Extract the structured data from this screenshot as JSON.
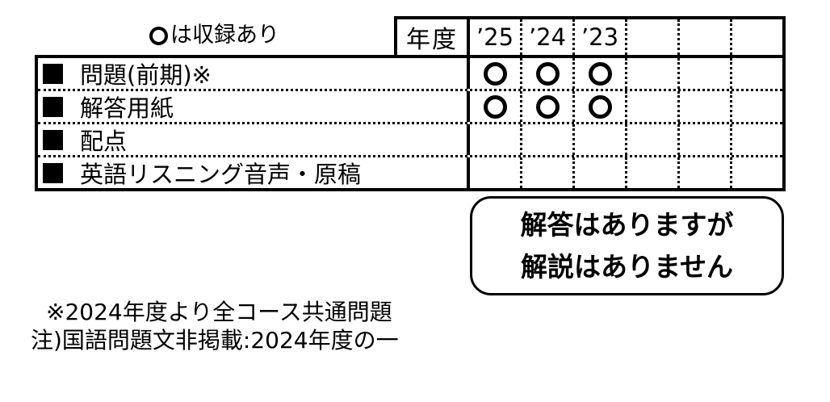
{
  "legend": {
    "icon": "circle-icon",
    "label": "は収録あり"
  },
  "table": {
    "header": {
      "year_label": "年度",
      "years": [
        "’25",
        "’24",
        "’23",
        "",
        "",
        ""
      ]
    },
    "rows": [
      {
        "label": "問題(前期)※",
        "marks": [
          true,
          true,
          true,
          false,
          false,
          false
        ]
      },
      {
        "label": "解答用紙",
        "marks": [
          true,
          true,
          true,
          false,
          false,
          false
        ]
      },
      {
        "label": "配点",
        "marks": [
          false,
          false,
          false,
          false,
          false,
          false
        ]
      },
      {
        "label": "英語リスニング音声・原稿",
        "marks": [
          false,
          false,
          false,
          false,
          false,
          false
        ]
      }
    ]
  },
  "bubble": {
    "line1": "解答はありますが",
    "line2": "解説はありません"
  },
  "notes": [
    "※2024年度より全コース共通問題",
    "注)国語問題文非掲載:2024年度の一"
  ],
  "colors": {
    "ink": "#000000",
    "background": "#ffffff"
  }
}
